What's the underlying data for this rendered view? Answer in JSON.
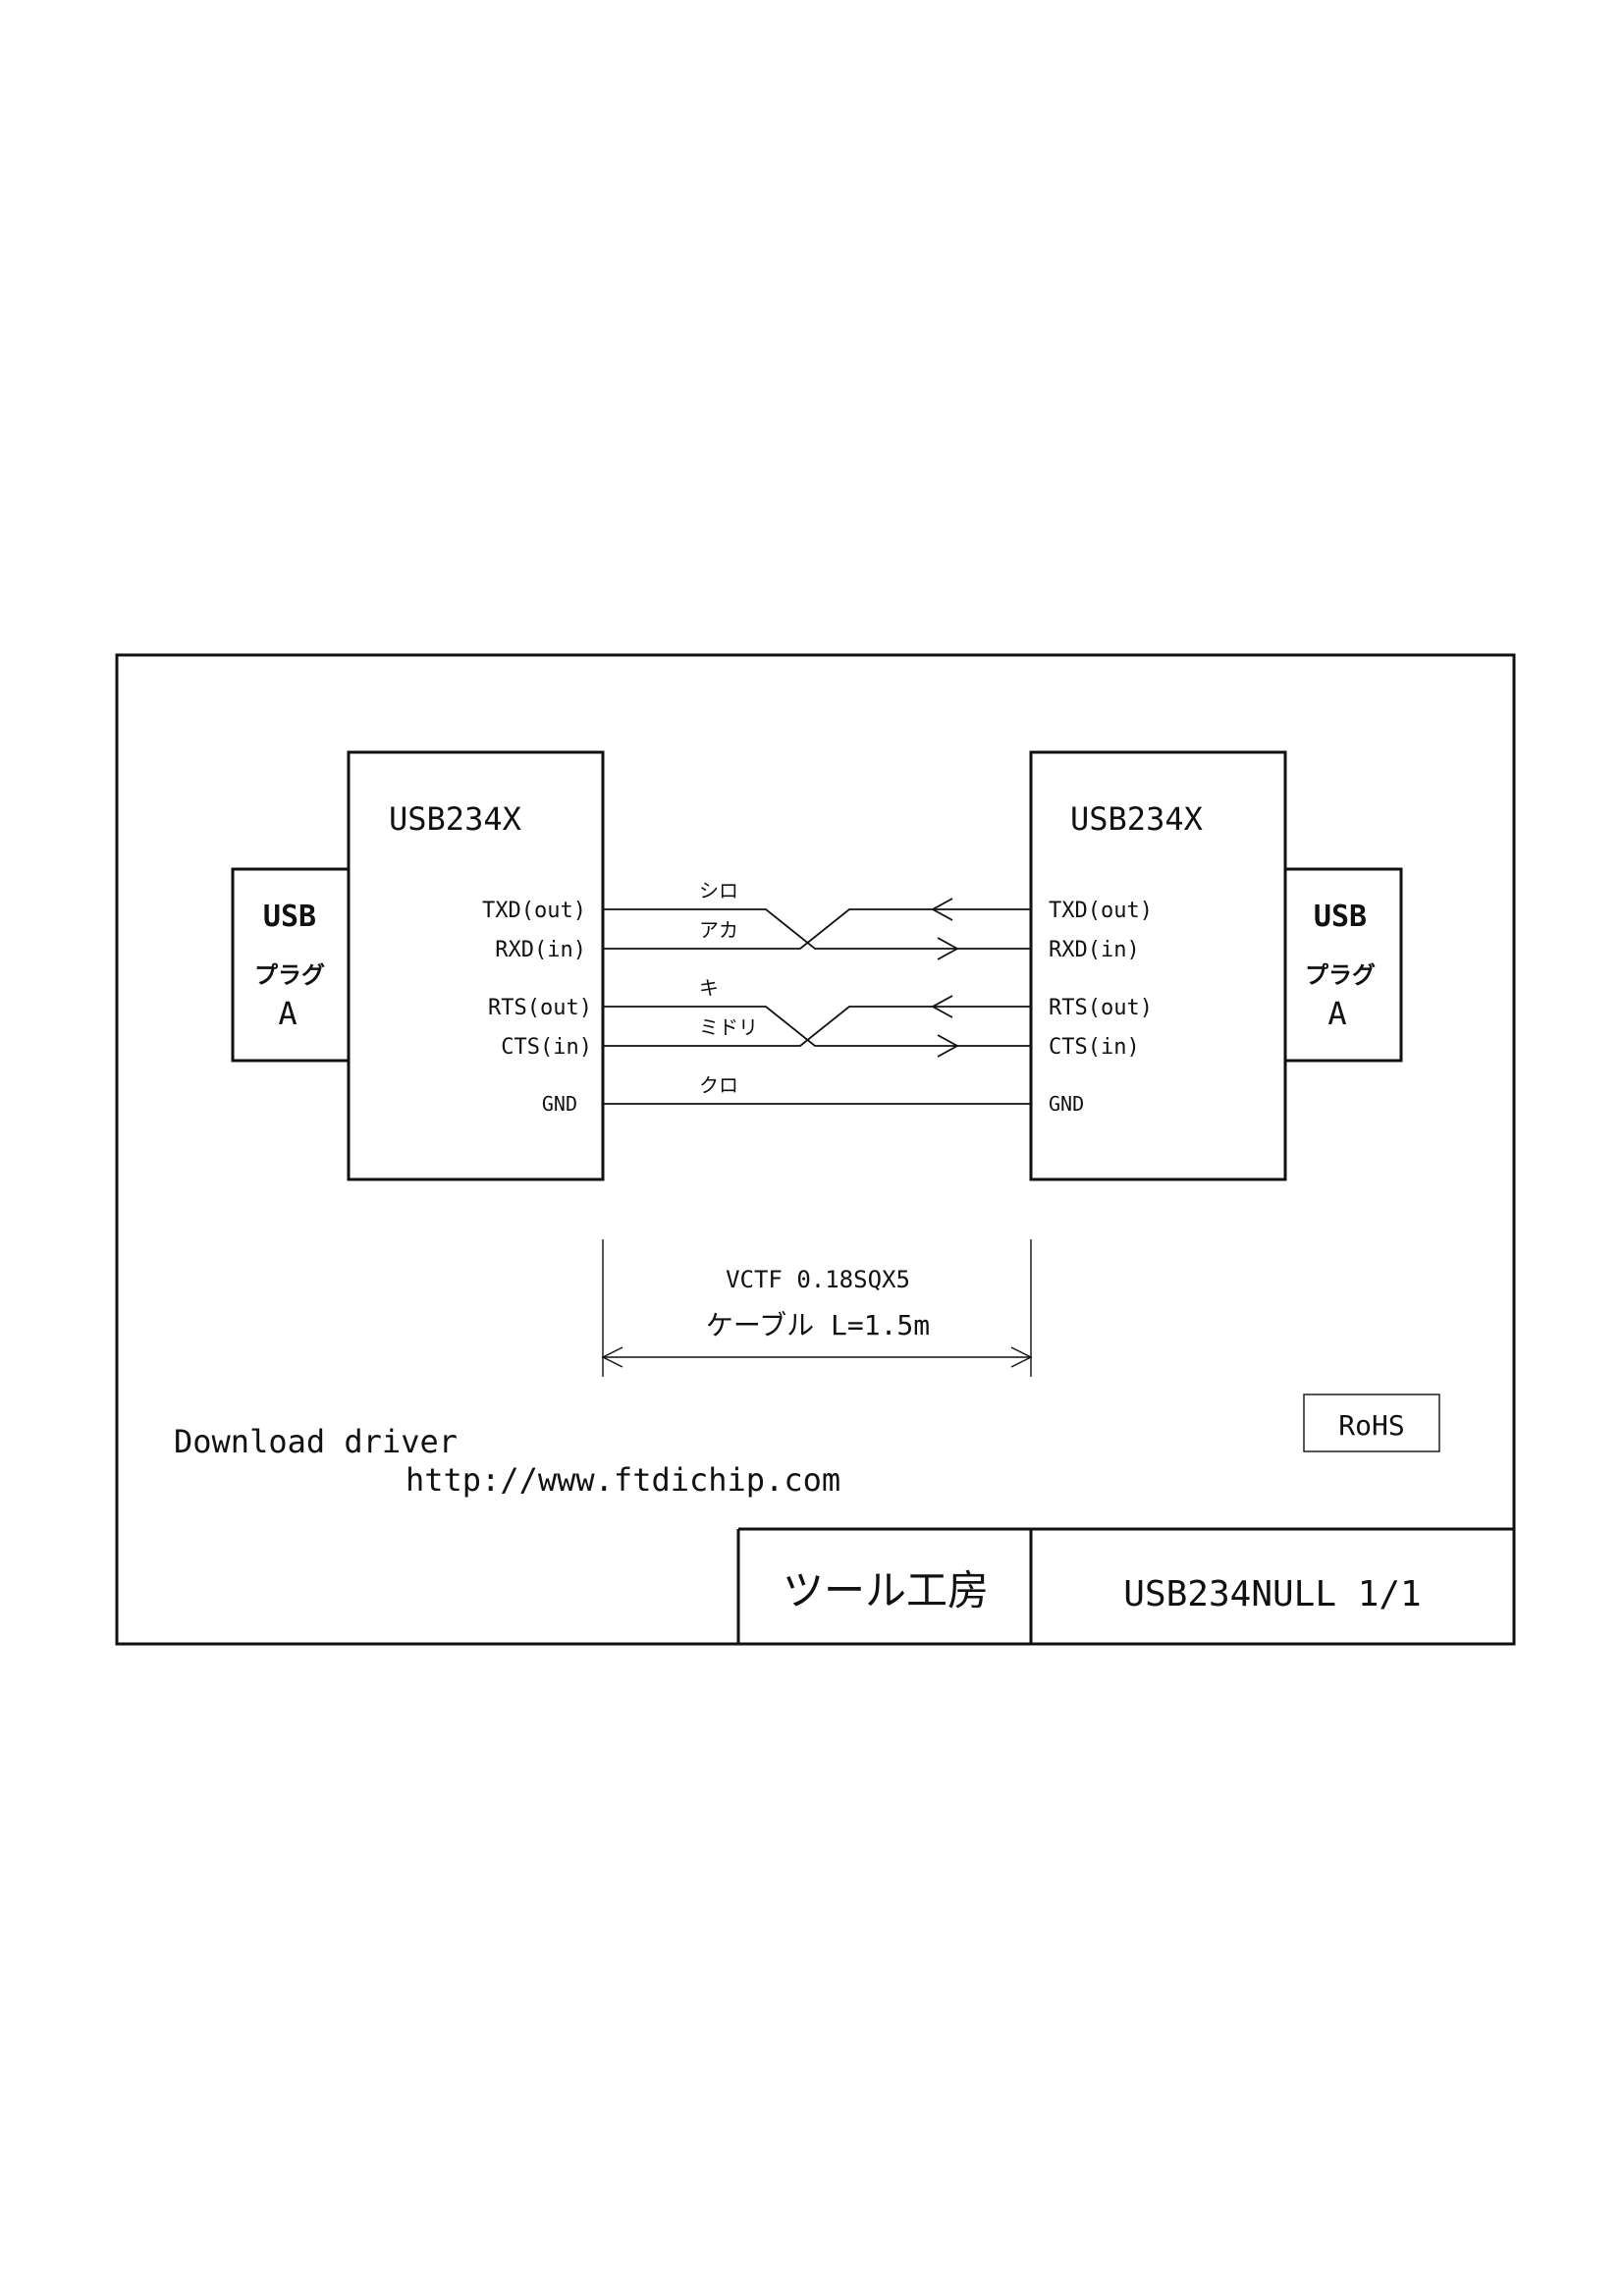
{
  "device_left": {
    "name": "USB234X",
    "pins": [
      "TXD(out)",
      "RXD(in)",
      "RTS(out)",
      "CTS(in)",
      "GND"
    ]
  },
  "device_right": {
    "name": "USB234X",
    "pins": [
      "TXD(out)",
      "RXD(in)",
      "RTS(out)",
      "CTS(in)",
      "GND"
    ]
  },
  "plug_left": {
    "line1": "USB",
    "line2": "プラグ",
    "line3": "A"
  },
  "plug_right": {
    "line1": "USB",
    "line2": "プラグ",
    "line3": "A"
  },
  "wire_colors": [
    "シロ",
    "アカ",
    "キ",
    "ミドリ",
    "クロ"
  ],
  "cable": {
    "spec": "VCTF 0.18SQX5",
    "length": "ケーブル L=1.5m"
  },
  "download": {
    "label": "Download driver",
    "url": "http://www.ftdichip.com"
  },
  "rohs": "RoHS",
  "title_block": {
    "company": "ツール工房",
    "drawing": "USB234NULL 1/1"
  }
}
